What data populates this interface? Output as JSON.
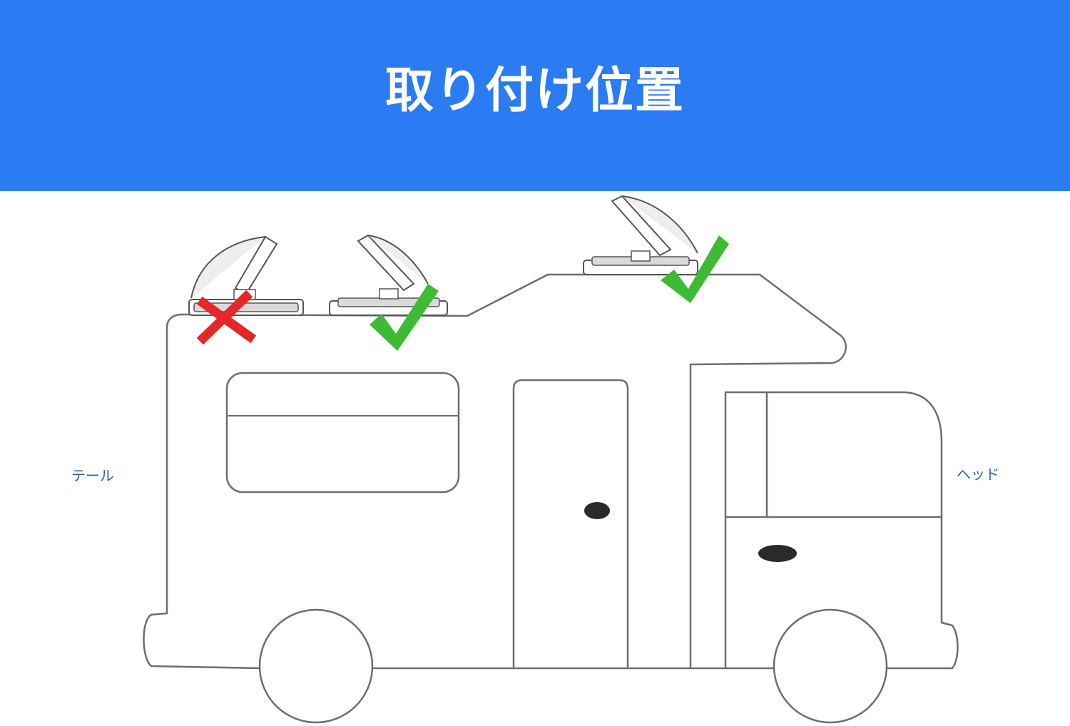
{
  "title": "取り付け位置",
  "labels": {
    "tail": "テール",
    "head": "ヘッド"
  },
  "colors": {
    "banner": "#2b7cf3",
    "label_text": "#2f62b4",
    "outline": "#6e6e6e",
    "correct_mark": "#3dbb35",
    "wrong_mark": "#e52727"
  },
  "vents": [
    {
      "id": "rear-vent",
      "status": "incorrect"
    },
    {
      "id": "middle-vent",
      "status": "correct"
    },
    {
      "id": "front-vent",
      "status": "correct"
    }
  ]
}
